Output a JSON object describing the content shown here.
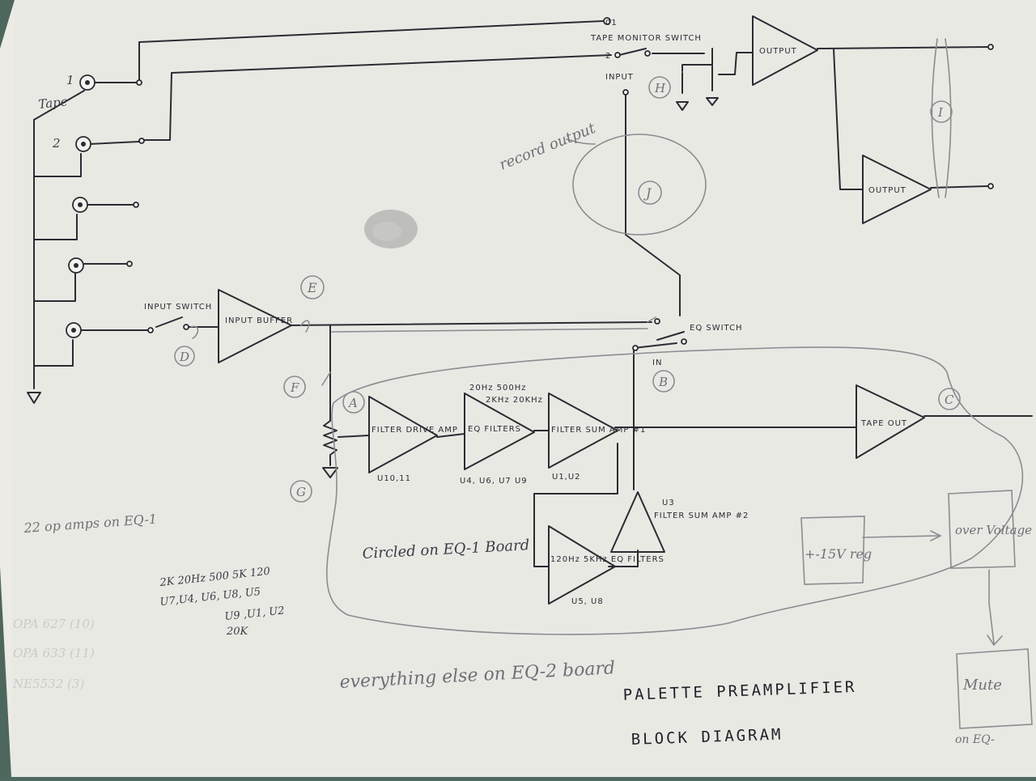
{
  "tape_label": "Tape",
  "jack_1": "1",
  "jack_2": "2",
  "top_terminal": "01",
  "tape_monitor_switch": "TAPE MONITOR SWITCH",
  "switch_pos_2": "2",
  "input_label": "INPUT",
  "output_top": "OUTPUT",
  "output_bottom": "OUTPUT",
  "input_switch": "INPUT SWITCH",
  "input_buffer": "INPUT BUFFER",
  "eq_switch": "EQ SWITCH",
  "in_label": "IN",
  "record_output": "record output",
  "test_points": [
    "A",
    "B",
    "C",
    "D",
    "E",
    "F",
    "G",
    "H",
    "I",
    "J"
  ],
  "filter_drive_amp": "FILTER DRIVE AMP",
  "filter_drive_parts": "U10,11",
  "eq_filters": "EQ FILTERS",
  "eq_filters_freqs_1": "20Hz 500Hz",
  "eq_filters_freqs_2": "2KHz 20KHz",
  "eq_filters_parts": "U4, U6, U7 U9",
  "filter_sum_amp_1": "FILTER SUM AMP #1",
  "filter_sum_amp_1_parts": "U1,U2",
  "filter_sum_amp_2": "FILTER SUM AMP #2",
  "filter_sum_amp_2_part": "U3",
  "eq_filters_2": "120Hz 5KHz EQ FILTERS",
  "eq_filters_2_parts": "U5, U8",
  "tape_out": "TAPE OUT",
  "circled_note": "Circled on EQ-1 Board",
  "op_amps_note": "22 op amps on EQ-1",
  "parts_note_1": "2K 20Hz 500 5K 120",
  "parts_note_2": "U7,U4, U6, U8, U5",
  "parts_note_3": "U9 ,U1, U2",
  "parts_note_4": "20K",
  "faded_1": "OPA 627 (10)",
  "faded_2": "OPA 633 (11)",
  "faded_3": "NE5532 (3)",
  "everything_else": "everything else on EQ-2 board",
  "title_1": "PALETTE PREAMPLIFIER",
  "title_2": "BLOCK DIAGRAM",
  "reg_label": "+-15V reg",
  "over_voltage": "over Voltage",
  "mute": "Mute",
  "mute_sub": "on EQ-",
  "colors": {
    "paper": "#ecebe6",
    "ink": "#2a2c33",
    "pencil": "#8a8c90",
    "tablecloth": "#4f6a60"
  }
}
